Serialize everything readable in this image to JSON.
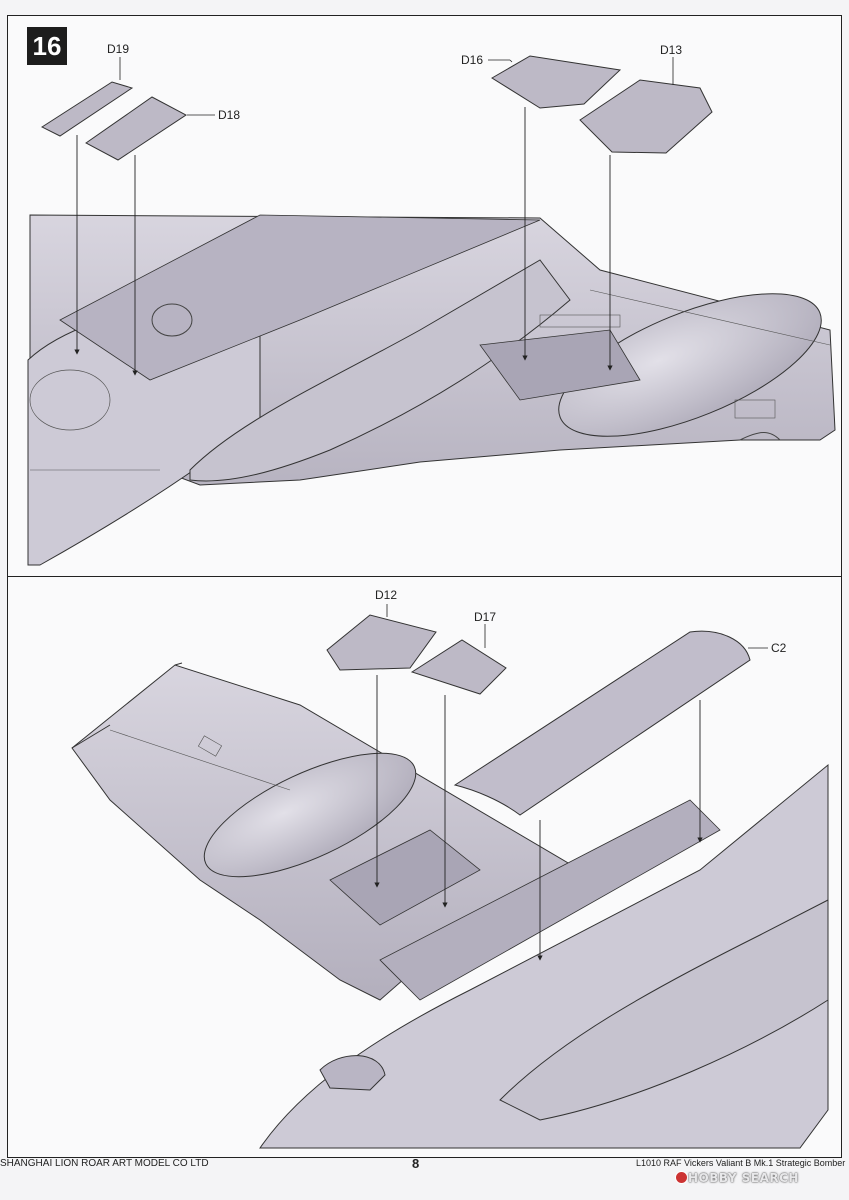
{
  "step": {
    "number": "16"
  },
  "top_panel": {
    "labels": {
      "d19": "D19",
      "d18": "D18",
      "d16": "D16",
      "d13": "D13"
    }
  },
  "bottom_panel": {
    "labels": {
      "d12": "D12",
      "d17": "D17",
      "c2": "C2"
    }
  },
  "footer": {
    "company": "SHANGHAI LION ROAR ART MODEL CO LTD",
    "page_number": "8",
    "product": "L1010 RAF Vickers Valiant B Mk.1 Strategic Bomber"
  },
  "watermark": {
    "text": "HOBBY SEARCH"
  },
  "colors": {
    "part_fill": "#bdb9c6",
    "part_stroke": "#333333",
    "hull_fill": "#c9c6d2",
    "background": "#fafafb"
  }
}
